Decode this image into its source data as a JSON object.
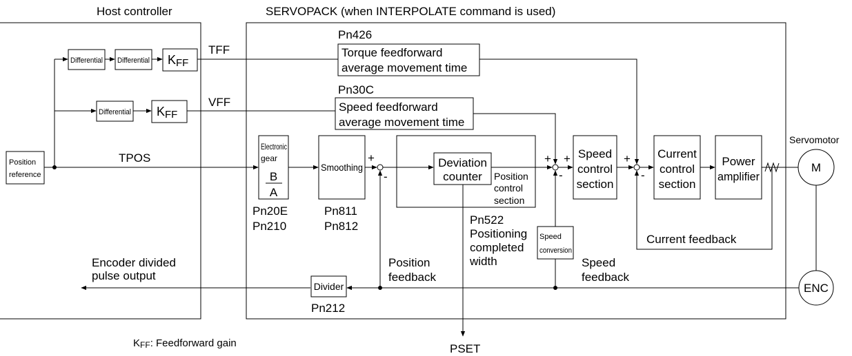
{
  "host": {
    "title": "Host controller"
  },
  "servopack": {
    "title": "SERVOPACK (when INTERPOLATE command is used)"
  },
  "blocks": {
    "position_reference": [
      "Position",
      "reference"
    ],
    "differential": "Differential",
    "kff_main": "K",
    "kff_sub": "FF",
    "electronic_gear": [
      "Electronic",
      "gear"
    ],
    "gear_num": "B",
    "gear_den": "A",
    "smoothing": "Smoothing",
    "deviation_counter": [
      "Deviation",
      "counter"
    ],
    "position_control": [
      "Position",
      "control",
      "section"
    ],
    "speed_control": [
      "Speed",
      "control",
      "section"
    ],
    "current_control": [
      "Current",
      "control",
      "section"
    ],
    "power_amplifier": [
      "Power",
      "amplifier"
    ],
    "motor": "M",
    "encoder": "ENC",
    "divider": "Divider",
    "speed_conversion": [
      "Speed",
      "conversion"
    ],
    "torque_ff_avg": [
      "Torque feedforward",
      "average movement time"
    ],
    "speed_ff_avg": [
      "Speed feedforward",
      "average movement time"
    ]
  },
  "signals": {
    "tff": "TFF",
    "vff": "VFF",
    "tpos": "TPOS",
    "pset": "PSET",
    "plus": "+",
    "minus": "-"
  },
  "params": {
    "pn426": "Pn426",
    "pn30c": "Pn30C",
    "pn20e": "Pn20E",
    "pn210": "Pn210",
    "pn811": "Pn811",
    "pn812": "Pn812",
    "pn212": "Pn212",
    "pn522": [
      "Pn522",
      "Positioning",
      "completed",
      "width"
    ]
  },
  "labels": {
    "servomotor": "Servomotor",
    "current_feedback": "Current feedback",
    "speed_feedback": [
      "Speed",
      "feedback"
    ],
    "position_feedback": [
      "Position",
      "feedback"
    ],
    "encoder_divided": [
      "Encoder divided",
      "pulse output"
    ],
    "kff_note_main": "K",
    "kff_note_sub": "FF",
    "kff_note_rest": ": Feedforward gain"
  }
}
